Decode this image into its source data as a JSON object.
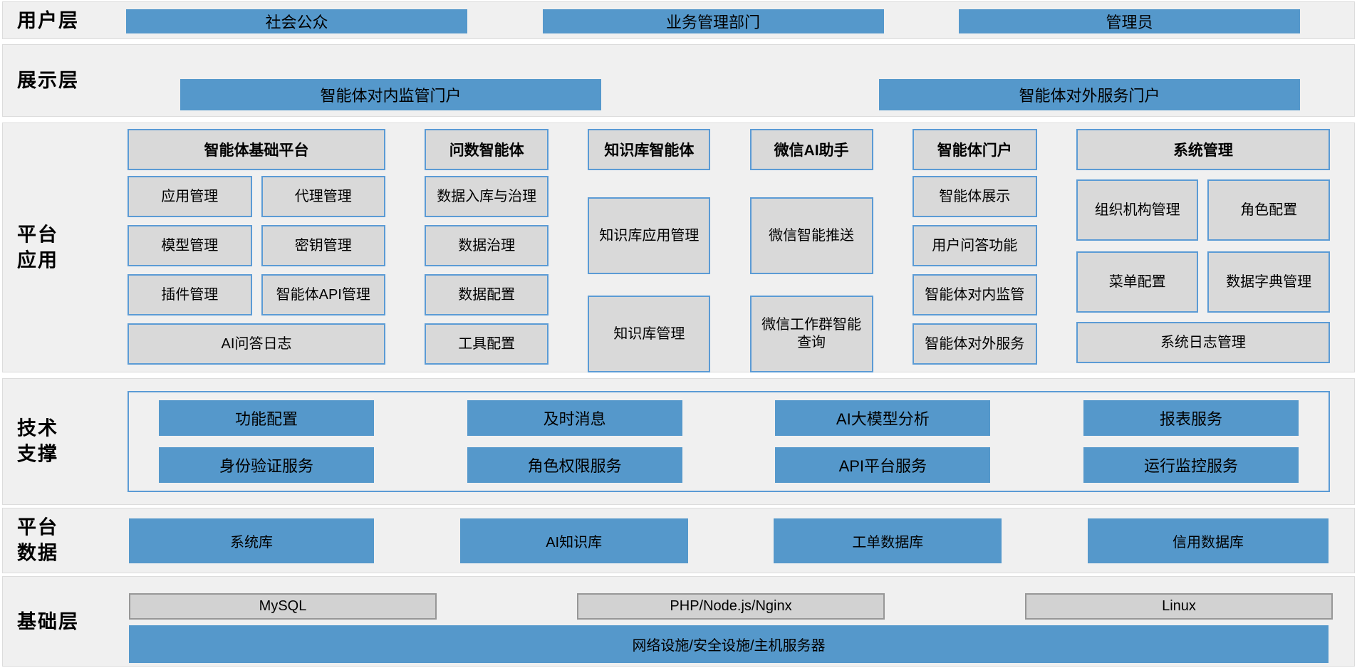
{
  "colors": {
    "accent_blue": "#5598cb",
    "cell_gray": "#d9d9d9",
    "cell_border_blue": "#5b9bd5",
    "infra_box_gray": "#d2d2d2",
    "band_background": "#f0f0f0"
  },
  "layers": {
    "user": {
      "label": "用户层",
      "items": [
        "社会公众",
        "业务管理部门",
        "管理员"
      ]
    },
    "display": {
      "label": "展示层",
      "items": [
        "智能体对内监管门户",
        "智能体对外服务门户"
      ]
    },
    "app": {
      "label": "平台\n应用",
      "columns": [
        {
          "header": "智能体基础平台",
          "cells": [
            "应用管理",
            "代理管理",
            "模型管理",
            "密钥管理",
            "插件管理",
            "智能体API管理"
          ],
          "footer": "AI问答日志"
        },
        {
          "header": "问数智能体",
          "cells": [
            "数据入库与治理",
            "数据治理",
            "数据配置",
            "工具配置"
          ]
        },
        {
          "header": "知识库智能体",
          "cells": [
            "知识库应用管理",
            "知识库管理"
          ]
        },
        {
          "header": "微信AI助手",
          "cells": [
            "微信智能推送",
            "微信工作群智能查询"
          ]
        },
        {
          "header": "智能体门户",
          "cells": [
            "智能体展示",
            "用户问答功能",
            "智能体对内监管",
            "智能体对外服务"
          ]
        },
        {
          "header": "系统管理",
          "cells": [
            "组织机构管理",
            "角色配置",
            "菜单配置",
            "数据字典管理"
          ],
          "footer": "系统日志管理"
        }
      ]
    },
    "tech": {
      "label": "技术\n支撑",
      "row1": [
        "功能配置",
        "及时消息",
        "AI大模型分析",
        "报表服务"
      ],
      "row2": [
        "身份验证服务",
        "角色权限服务",
        "API平台服务",
        "运行监控服务"
      ]
    },
    "data": {
      "label": "平台\n数据",
      "items": [
        "系统库",
        "AI知识库",
        "工单数据库",
        "信用数据库"
      ]
    },
    "infra": {
      "label": "基础层",
      "tech_items": [
        "MySQL",
        "PHP/Node.js/Nginx",
        "Linux"
      ],
      "bar": "网络设施/安全设施/主机服务器"
    }
  }
}
